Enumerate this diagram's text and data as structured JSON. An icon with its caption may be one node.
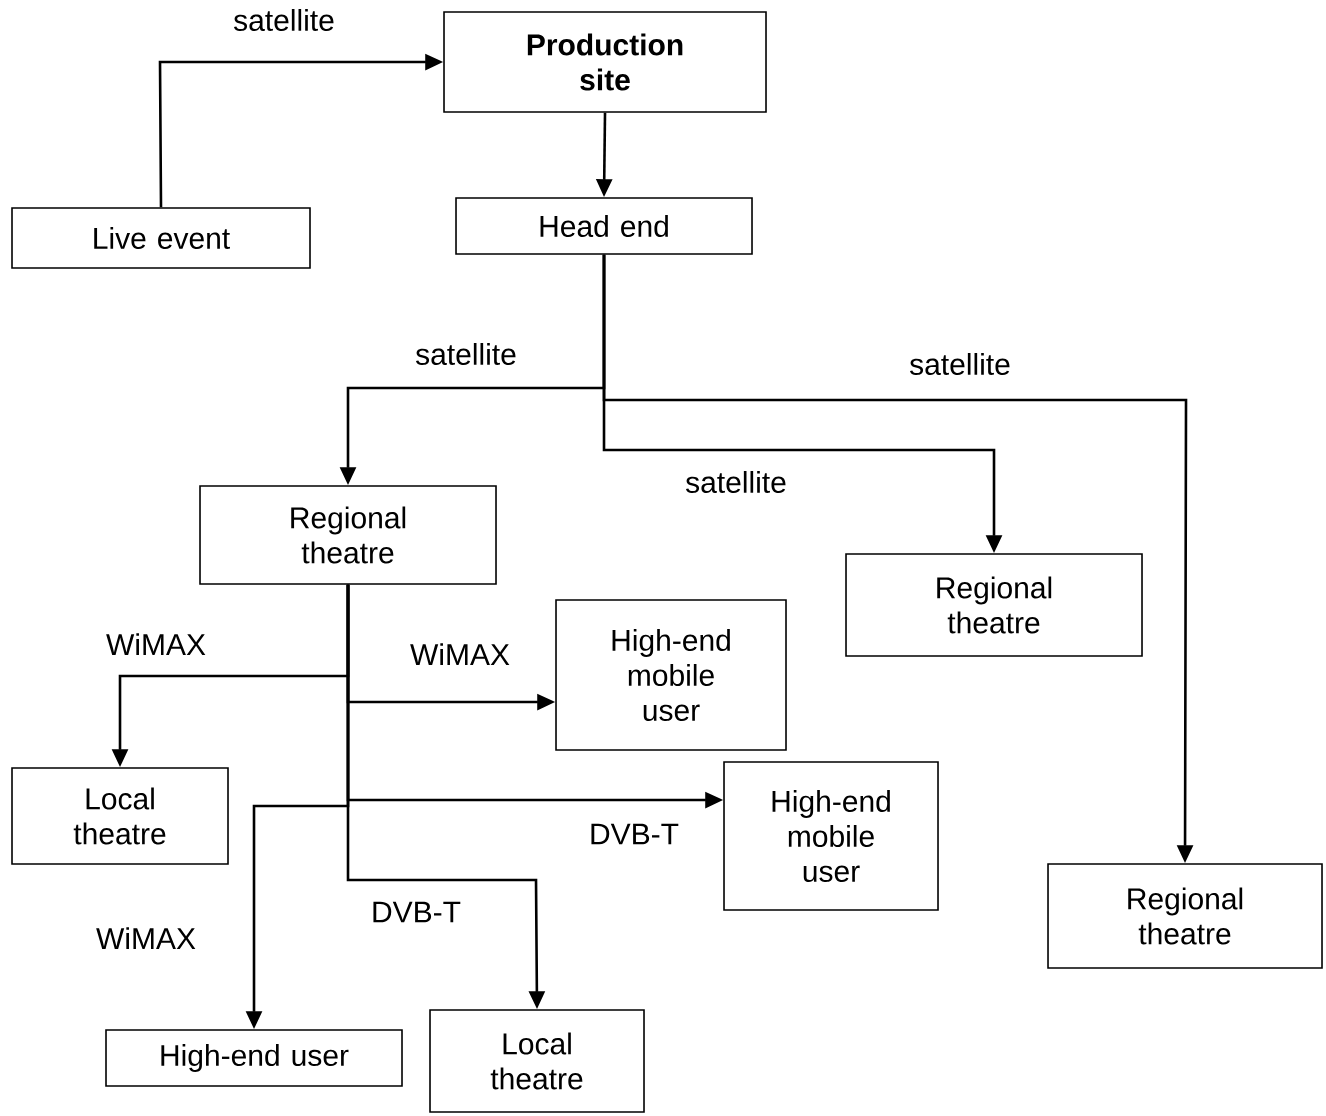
{
  "diagram": {
    "nodes": [
      {
        "text": [
          "Production site"
        ]
      },
      {
        "text": [
          "Live event"
        ]
      },
      {
        "text": [
          "Head end"
        ]
      },
      {
        "text": [
          "Regional theatre"
        ]
      },
      {
        "text": [
          "Regional theatre"
        ]
      },
      {
        "text": [
          "Regional theatre"
        ]
      },
      {
        "text": [
          "High-end mobile user"
        ]
      },
      {
        "text": [
          "Local theatre"
        ]
      },
      {
        "text": [
          "High-end mobile user"
        ]
      },
      {
        "text": [
          "High-end user"
        ]
      },
      {
        "text": [
          "Local theatre"
        ]
      }
    ],
    "edges": [
      {
        "from": 1,
        "to": 0,
        "arrow": "to",
        "label": "satellite"
      },
      {
        "from": 0,
        "to": 2,
        "arrow": "to"
      },
      {
        "from": 2,
        "to": 3,
        "arrow": "to",
        "label": "satellite"
      },
      {
        "from": 2,
        "to": 4,
        "arrow": "to",
        "label": "satellite"
      },
      {
        "from": 2,
        "to": 5,
        "arrow": "to",
        "label": "satellite"
      },
      {
        "from": 3,
        "to": 7,
        "arrow": "to",
        "label": "WiMAX"
      },
      {
        "from": 3,
        "to": 6,
        "arrow": "to",
        "label": "WiMAX"
      },
      {
        "from": 3,
        "to": 8,
        "arrow": "to",
        "label": "DVB-T"
      },
      {
        "from": 3,
        "to": 9,
        "arrow": "to",
        "label": "WiMAX"
      },
      {
        "from": 3,
        "to": 10,
        "arrow": "to",
        "label": "DVB-T"
      }
    ]
  }
}
